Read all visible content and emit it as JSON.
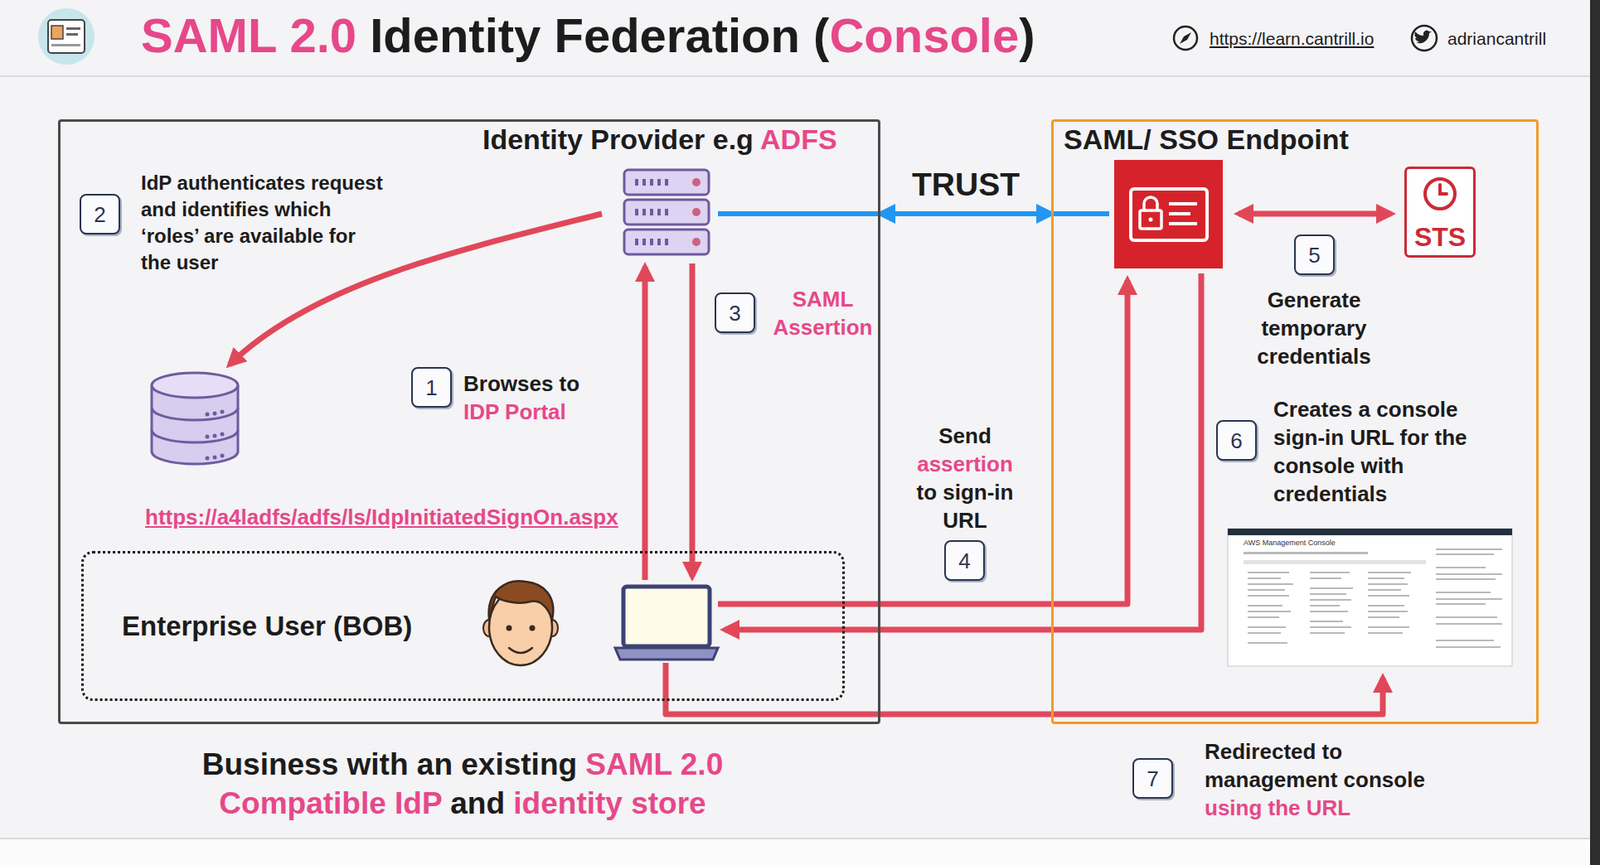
{
  "diagram": {
    "title": "SAML 2.0 Identity Federation (Console)",
    "caption": "Business with an existing SAML 2.0 Compatible IdP and identity store",
    "nodes": [
      {
        "text": [
          "Identity Provider e.g ADFS"
        ]
      },
      {
        "text": [
          "Enterprise User (BOB)"
        ],
        "in": 0
      },
      {
        "text": [
          "SAML/ SSO Endpoint"
        ]
      },
      {
        "text": [
          "STS"
        ],
        "in": 2
      }
    ],
    "edges": [
      {
        "from": 0,
        "to": 2,
        "arrow": "both",
        "label": "TRUST"
      }
    ],
    "labels": [
      "https://learn.cantrill.io",
      "adriancantrill",
      "2",
      "IdP authenticates request and identifies which ‘roles’ are available for the user",
      "1",
      "Browses to IDP Portal",
      "3",
      "SAML Assertion",
      "https://a4ladfs/adfs/ls/IdpInitiatedSignOn.aspx",
      "5",
      "Generate temporary credentials",
      "4",
      "Send assertion to sign-in URL",
      "6",
      "Creates a console sign-in URL for the console with credentials",
      "AWS Management Console",
      "7",
      "Redirected to management console using the URL"
    ]
  }
}
